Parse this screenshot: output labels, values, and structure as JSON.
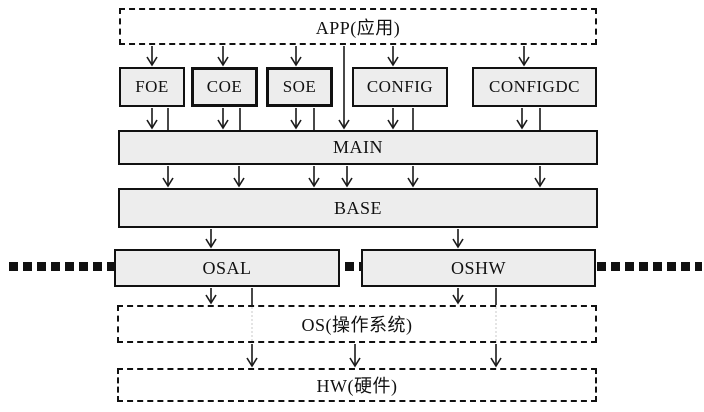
{
  "diagram": {
    "type": "block-architecture-stack",
    "nodes": {
      "app": {
        "label": "APP(应用)"
      },
      "foe": {
        "label": "FOE"
      },
      "coe": {
        "label": "COE"
      },
      "soe": {
        "label": "SOE"
      },
      "config": {
        "label": "CONFIG"
      },
      "configdc": {
        "label": "CONFIGDC"
      },
      "main": {
        "label": "MAIN"
      },
      "base": {
        "label": "BASE"
      },
      "osal": {
        "label": "OSAL"
      },
      "oshw": {
        "label": "OSHW"
      },
      "os": {
        "label": "OS(操作系统)"
      },
      "hw": {
        "label": "HW(硬件)"
      }
    },
    "edges": [
      {
        "from": "app",
        "to": "foe"
      },
      {
        "from": "app",
        "to": "coe"
      },
      {
        "from": "app",
        "to": "soe"
      },
      {
        "from": "app",
        "to": "config"
      },
      {
        "from": "app",
        "to": "configdc"
      },
      {
        "from": "app",
        "to": "main"
      },
      {
        "from": "foe",
        "to": "main"
      },
      {
        "from": "coe",
        "to": "main"
      },
      {
        "from": "soe",
        "to": "main"
      },
      {
        "from": "config",
        "to": "main"
      },
      {
        "from": "configdc",
        "to": "main"
      },
      {
        "from": "foe",
        "to": "base"
      },
      {
        "from": "coe",
        "to": "base"
      },
      {
        "from": "soe",
        "to": "base"
      },
      {
        "from": "config",
        "to": "base"
      },
      {
        "from": "configdc",
        "to": "base"
      },
      {
        "from": "main",
        "to": "base"
      },
      {
        "from": "base",
        "to": "osal"
      },
      {
        "from": "base",
        "to": "oshw"
      },
      {
        "from": "osal",
        "to": "os"
      },
      {
        "from": "oshw",
        "to": "os"
      },
      {
        "from": "osal",
        "to": "hw"
      },
      {
        "from": "oshw",
        "to": "hw"
      },
      {
        "from": "os",
        "to": "hw"
      }
    ],
    "colors": {
      "box_fill": "#ededed",
      "border": "#111111",
      "background": "#ffffff",
      "boundary_dotted_line": "#111111"
    }
  }
}
